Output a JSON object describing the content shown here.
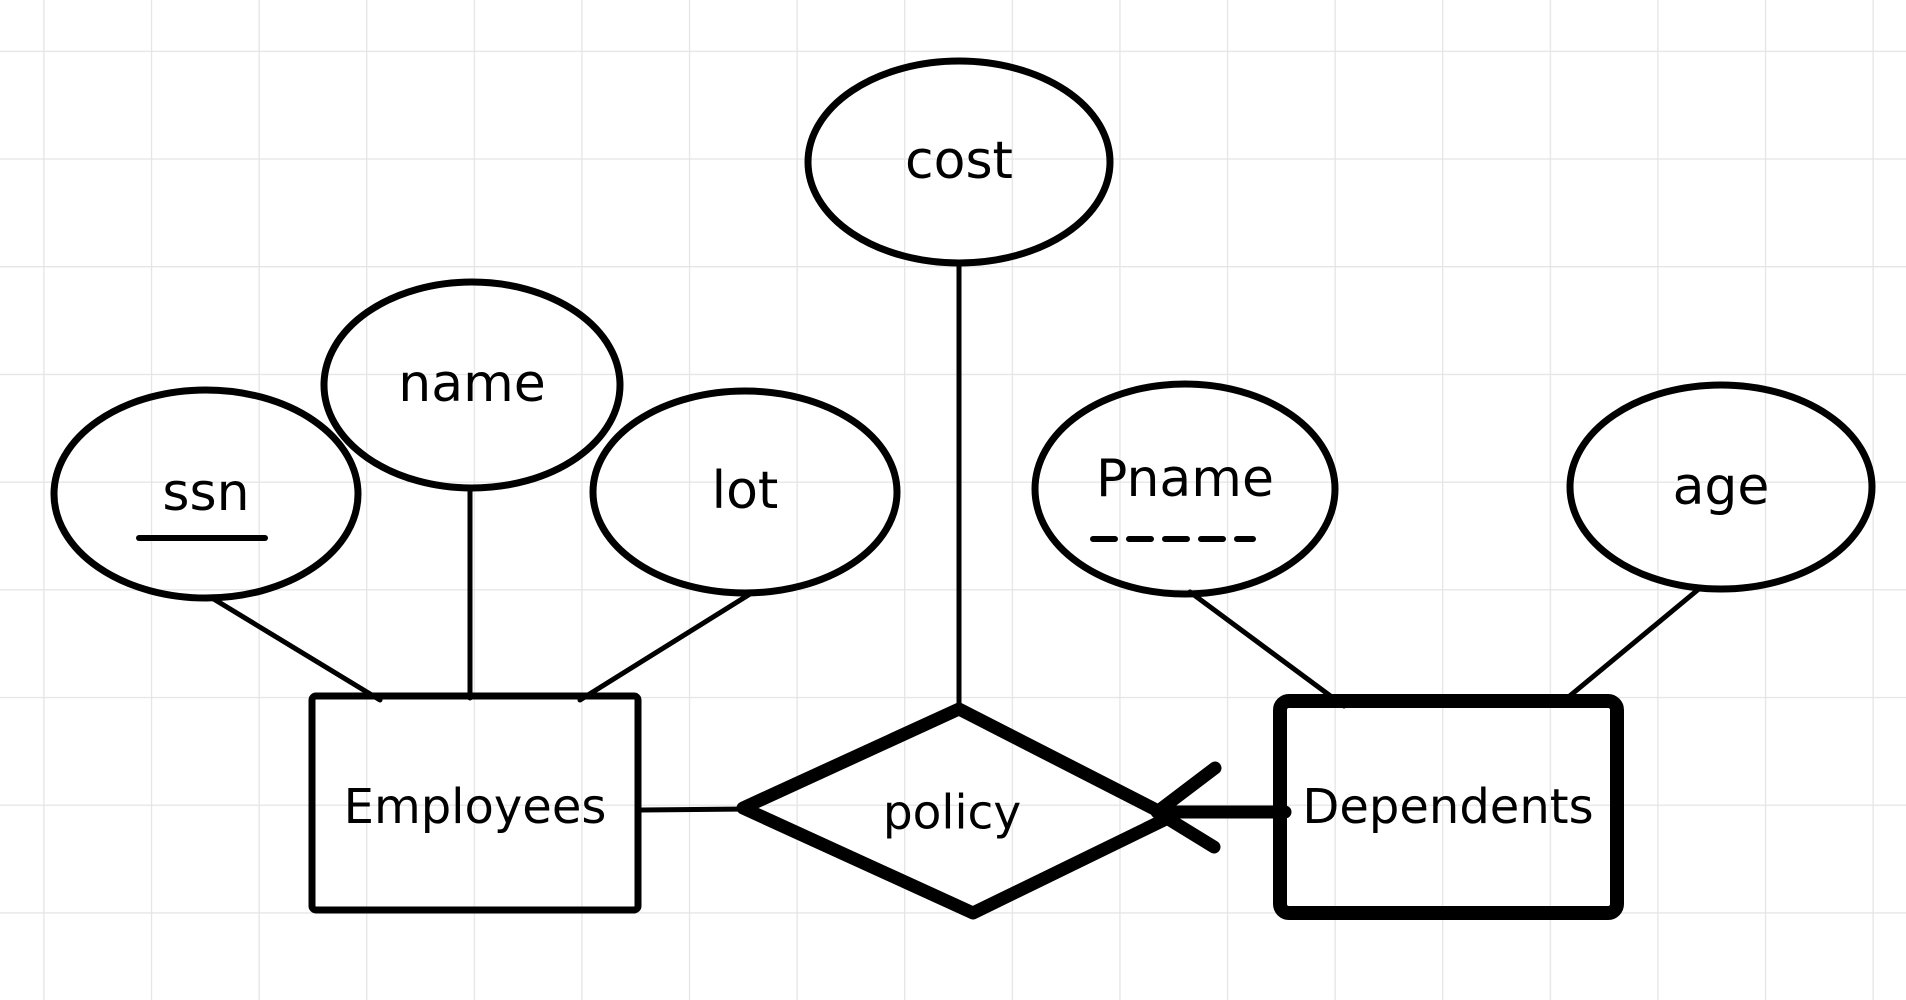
{
  "diagram": {
    "kind": "entity-relationship",
    "style": "hand-drawn whiteboard",
    "colors": {
      "stroke": "#000000",
      "grid": "#e4e4e4",
      "background": "#ffffff"
    },
    "entities": [
      {
        "label": "Employees",
        "type": "entity",
        "border": "normal"
      },
      {
        "label": "Dependents",
        "type": "weak-entity",
        "border": "bold"
      }
    ],
    "relationship": {
      "label": "policy",
      "border": "bold",
      "connects": [
        "Employees",
        "Dependents"
      ],
      "dependents_connector": "bold line with arrowhead pointing into diamond"
    },
    "attributes": [
      {
        "label": "ssn",
        "underline": "solid",
        "attached_to": "Employees"
      },
      {
        "label": "name",
        "underline": "none",
        "attached_to": "Employees"
      },
      {
        "label": "lot",
        "underline": "none",
        "attached_to": "Employees"
      },
      {
        "label": "cost",
        "underline": "none",
        "attached_to": "policy"
      },
      {
        "label": "Pname",
        "underline": "dashed",
        "attached_to": "Dependents"
      },
      {
        "label": "age",
        "underline": "none",
        "attached_to": "Dependents"
      }
    ]
  }
}
